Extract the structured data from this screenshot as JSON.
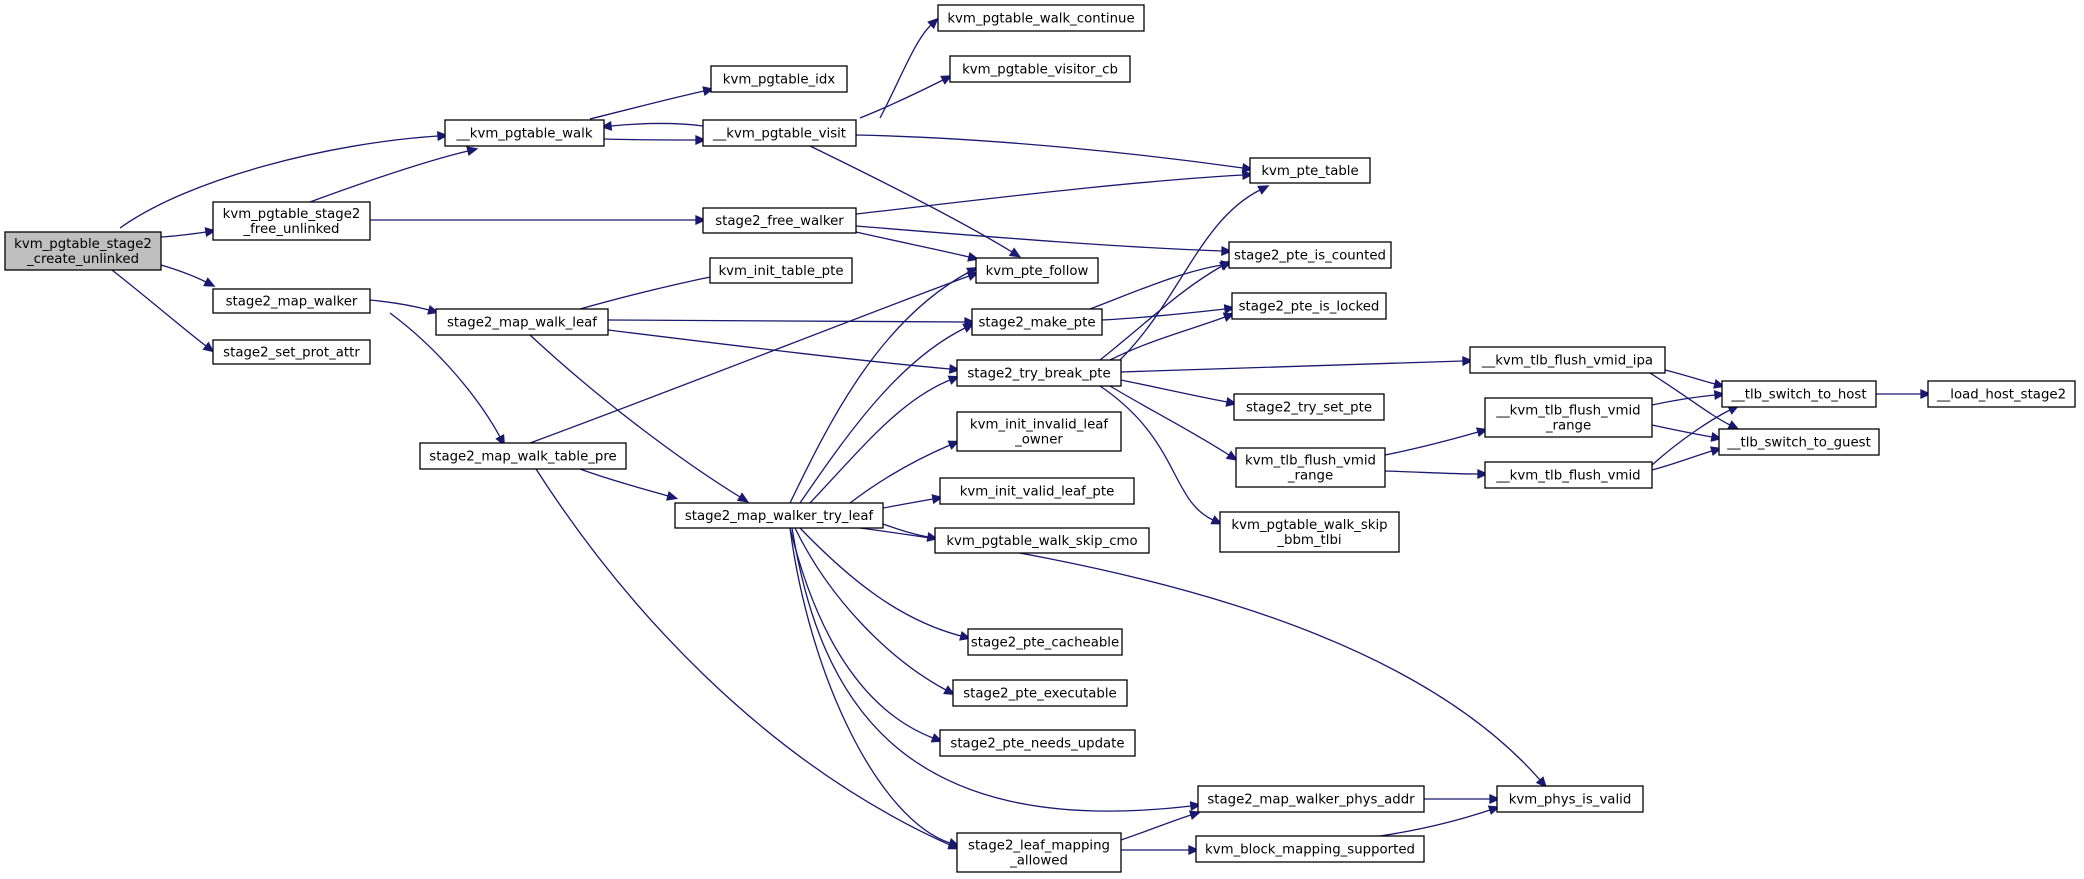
{
  "diagram": {
    "type": "call-graph",
    "colors": {
      "edge": "#191970",
      "root_fill": "#bfbfbf",
      "node_fill": "#ffffff",
      "node_border": "#000000"
    },
    "nodes": [
      {
        "id": "root",
        "lines": [
          "kvm_pgtable_stage2",
          "_create_unlinked"
        ],
        "root": true
      },
      {
        "id": "kvm_pgtable_walk",
        "lines": [
          "__kvm_pgtable_walk"
        ]
      },
      {
        "id": "kvm_pgtable_stage2_free_unlinked",
        "lines": [
          "kvm_pgtable_stage2",
          "_free_unlinked"
        ]
      },
      {
        "id": "stage2_map_walker",
        "lines": [
          "stage2_map_walker"
        ]
      },
      {
        "id": "stage2_set_prot_attr",
        "lines": [
          "stage2_set_prot_attr"
        ]
      },
      {
        "id": "kvm_pgtable_idx",
        "lines": [
          "kvm_pgtable_idx"
        ]
      },
      {
        "id": "kvm_pgtable_visit",
        "lines": [
          "__kvm_pgtable_visit"
        ]
      },
      {
        "id": "stage2_free_walker",
        "lines": [
          "stage2_free_walker"
        ]
      },
      {
        "id": "stage2_map_walk_leaf",
        "lines": [
          "stage2_map_walk_leaf"
        ]
      },
      {
        "id": "stage2_map_walk_table_pre",
        "lines": [
          "stage2_map_walk_table_pre"
        ]
      },
      {
        "id": "stage2_map_walker_try_leaf",
        "lines": [
          "stage2_map_walker_try_leaf"
        ]
      },
      {
        "id": "kvm_pgtable_walk_continue",
        "lines": [
          "kvm_pgtable_walk_continue"
        ]
      },
      {
        "id": "kvm_pgtable_visitor_cb",
        "lines": [
          "kvm_pgtable_visitor_cb"
        ]
      },
      {
        "id": "kvm_init_table_pte",
        "lines": [
          "kvm_init_table_pte"
        ]
      },
      {
        "id": "kvm_pte_follow",
        "lines": [
          "kvm_pte_follow"
        ]
      },
      {
        "id": "stage2_make_pte",
        "lines": [
          "stage2_make_pte"
        ]
      },
      {
        "id": "stage2_try_break_pte",
        "lines": [
          "stage2_try_break_pte"
        ]
      },
      {
        "id": "kvm_init_invalid_leaf_owner",
        "lines": [
          "kvm_init_invalid_leaf",
          "_owner"
        ]
      },
      {
        "id": "kvm_init_valid_leaf_pte",
        "lines": [
          "kvm_init_valid_leaf_pte"
        ]
      },
      {
        "id": "kvm_pgtable_walk_skip_cmo",
        "lines": [
          "kvm_pgtable_walk_skip_cmo"
        ]
      },
      {
        "id": "stage2_pte_cacheable",
        "lines": [
          "stage2_pte_cacheable"
        ]
      },
      {
        "id": "stage2_pte_executable",
        "lines": [
          "stage2_pte_executable"
        ]
      },
      {
        "id": "stage2_pte_needs_update",
        "lines": [
          "stage2_pte_needs_update"
        ]
      },
      {
        "id": "stage2_map_walker_phys_addr",
        "lines": [
          "stage2_map_walker_phys_addr"
        ]
      },
      {
        "id": "stage2_leaf_mapping_allowed",
        "lines": [
          "stage2_leaf_mapping",
          "_allowed"
        ]
      },
      {
        "id": "kvm_block_mapping_supported",
        "lines": [
          "kvm_block_mapping_supported"
        ]
      },
      {
        "id": "kvm_pte_table",
        "lines": [
          "kvm_pte_table"
        ]
      },
      {
        "id": "stage2_pte_is_counted",
        "lines": [
          "stage2_pte_is_counted"
        ]
      },
      {
        "id": "stage2_pte_is_locked",
        "lines": [
          "stage2_pte_is_locked"
        ]
      },
      {
        "id": "stage2_try_set_pte",
        "lines": [
          "stage2_try_set_pte"
        ]
      },
      {
        "id": "kvm_tlb_flush_vmid_range",
        "lines": [
          "kvm_tlb_flush_vmid",
          "_range"
        ]
      },
      {
        "id": "kvm_pgtable_walk_skip_bbm_tlbi",
        "lines": [
          "kvm_pgtable_walk_skip",
          "_bbm_tlbi"
        ]
      },
      {
        "id": "kvm_phys_is_valid",
        "lines": [
          "kvm_phys_is_valid"
        ]
      },
      {
        "id": "__kvm_tlb_flush_vmid_ipa",
        "lines": [
          "__kvm_tlb_flush_vmid_ipa"
        ]
      },
      {
        "id": "__kvm_tlb_flush_vmid_range",
        "lines": [
          "__kvm_tlb_flush_vmid",
          "_range"
        ]
      },
      {
        "id": "__kvm_tlb_flush_vmid",
        "lines": [
          "__kvm_tlb_flush_vmid"
        ]
      },
      {
        "id": "__tlb_switch_to_host",
        "lines": [
          "__tlb_switch_to_host"
        ]
      },
      {
        "id": "__tlb_switch_to_guest",
        "lines": [
          "__tlb_switch_to_guest"
        ]
      },
      {
        "id": "__load_host_stage2",
        "lines": [
          "__load_host_stage2"
        ]
      }
    ],
    "edges": [
      [
        "root",
        "kvm_pgtable_walk"
      ],
      [
        "root",
        "kvm_pgtable_stage2_free_unlinked"
      ],
      [
        "root",
        "stage2_map_walker"
      ],
      [
        "root",
        "stage2_set_prot_attr"
      ],
      [
        "kvm_pgtable_walk",
        "kvm_pgtable_idx"
      ],
      [
        "kvm_pgtable_walk",
        "kvm_pgtable_visit"
      ],
      [
        "kvm_pgtable_visit",
        "kvm_pgtable_walk"
      ],
      [
        "kvm_pgtable_visit",
        "kvm_pgtable_walk_continue"
      ],
      [
        "kvm_pgtable_visit",
        "kvm_pgtable_visitor_cb"
      ],
      [
        "kvm_pgtable_visit",
        "kvm_pte_table"
      ],
      [
        "kvm_pgtable_visit",
        "kvm_pte_follow"
      ],
      [
        "kvm_pgtable_stage2_free_unlinked",
        "kvm_pgtable_walk"
      ],
      [
        "kvm_pgtable_stage2_free_unlinked",
        "stage2_free_walker"
      ],
      [
        "stage2_free_walker",
        "kvm_pte_table"
      ],
      [
        "stage2_free_walker",
        "stage2_pte_is_counted"
      ],
      [
        "stage2_free_walker",
        "kvm_pte_follow"
      ],
      [
        "stage2_map_walker",
        "stage2_map_walk_leaf"
      ],
      [
        "stage2_map_walker",
        "stage2_map_walk_table_pre"
      ],
      [
        "stage2_map_walk_leaf",
        "kvm_init_table_pte"
      ],
      [
        "stage2_map_walk_leaf",
        "stage2_make_pte"
      ],
      [
        "stage2_map_walk_leaf",
        "stage2_try_break_pte"
      ],
      [
        "stage2_map_walk_leaf",
        "stage2_map_walker_try_leaf"
      ],
      [
        "stage2_map_walk_table_pre",
        "kvm_pte_follow"
      ],
      [
        "stage2_map_walk_table_pre",
        "stage2_map_walker_try_leaf"
      ],
      [
        "stage2_map_walk_table_pre",
        "stage2_leaf_mapping_allowed"
      ],
      [
        "stage2_map_walker_try_leaf",
        "kvm_pte_follow"
      ],
      [
        "stage2_map_walker_try_leaf",
        "stage2_make_pte"
      ],
      [
        "stage2_map_walker_try_leaf",
        "stage2_try_break_pte"
      ],
      [
        "stage2_map_walker_try_leaf",
        "kvm_init_invalid_leaf_owner"
      ],
      [
        "stage2_map_walker_try_leaf",
        "kvm_init_valid_leaf_pte"
      ],
      [
        "stage2_map_walker_try_leaf",
        "kvm_pgtable_walk_skip_cmo"
      ],
      [
        "stage2_map_walker_try_leaf",
        "stage2_pte_cacheable"
      ],
      [
        "stage2_map_walker_try_leaf",
        "stage2_pte_executable"
      ],
      [
        "stage2_map_walker_try_leaf",
        "stage2_pte_needs_update"
      ],
      [
        "stage2_map_walker_try_leaf",
        "stage2_map_walker_phys_addr"
      ],
      [
        "stage2_map_walker_try_leaf",
        "stage2_leaf_mapping_allowed"
      ],
      [
        "stage2_map_walker_try_leaf",
        "kvm_phys_is_valid"
      ],
      [
        "stage2_make_pte",
        "stage2_pte_is_counted"
      ],
      [
        "stage2_make_pte",
        "stage2_pte_is_locked"
      ],
      [
        "stage2_try_break_pte",
        "kvm_pte_table"
      ],
      [
        "stage2_try_break_pte",
        "stage2_pte_is_counted"
      ],
      [
        "stage2_try_break_pte",
        "stage2_pte_is_locked"
      ],
      [
        "stage2_try_break_pte",
        "__kvm_tlb_flush_vmid_ipa"
      ],
      [
        "stage2_try_break_pte",
        "stage2_try_set_pte"
      ],
      [
        "stage2_try_break_pte",
        "kvm_tlb_flush_vmid_range"
      ],
      [
        "stage2_try_break_pte",
        "kvm_pgtable_walk_skip_bbm_tlbi"
      ],
      [
        "kvm_tlb_flush_vmid_range",
        "__kvm_tlb_flush_vmid_range"
      ],
      [
        "kvm_tlb_flush_vmid_range",
        "__kvm_tlb_flush_vmid"
      ],
      [
        "__kvm_tlb_flush_vmid_ipa",
        "__tlb_switch_to_host"
      ],
      [
        "__kvm_tlb_flush_vmid_ipa",
        "__tlb_switch_to_guest"
      ],
      [
        "__kvm_tlb_flush_vmid_range",
        "__tlb_switch_to_host"
      ],
      [
        "__kvm_tlb_flush_vmid_range",
        "__tlb_switch_to_guest"
      ],
      [
        "__kvm_tlb_flush_vmid",
        "__tlb_switch_to_host"
      ],
      [
        "__kvm_tlb_flush_vmid",
        "__tlb_switch_to_guest"
      ],
      [
        "__tlb_switch_to_host",
        "__load_host_stage2"
      ],
      [
        "stage2_map_walker_phys_addr",
        "kvm_phys_is_valid"
      ],
      [
        "stage2_leaf_mapping_allowed",
        "stage2_map_walker_phys_addr"
      ],
      [
        "stage2_leaf_mapping_allowed",
        "kvm_block_mapping_supported"
      ],
      [
        "kvm_block_mapping_supported",
        "kvm_phys_is_valid"
      ]
    ]
  }
}
